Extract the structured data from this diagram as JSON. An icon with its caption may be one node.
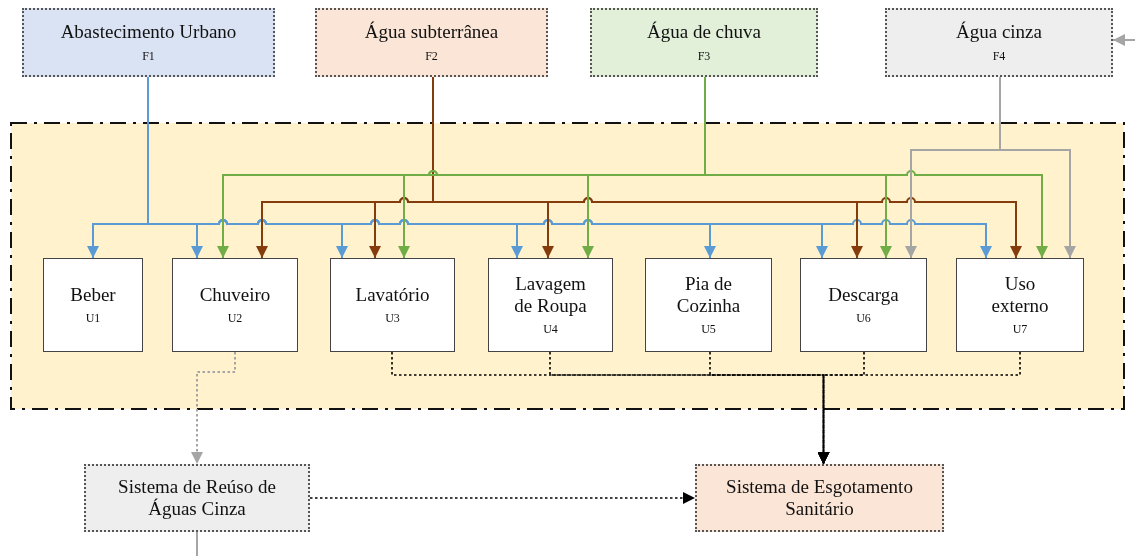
{
  "diagram": {
    "nodes": [
      {
        "text": [
          "Abastecimento Urbano",
          "F1"
        ]
      },
      {
        "text": [
          "Água subterrânea",
          "F2"
        ]
      },
      {
        "text": [
          "Água de chuva",
          "F3"
        ]
      },
      {
        "text": [
          "Água cinza",
          "F4"
        ]
      },
      {
        "text": [],
        "shape": "box"
      },
      {
        "text": [
          "Beber",
          "U1"
        ],
        "in": 4
      },
      {
        "text": [
          "Chuveiro",
          "U2"
        ],
        "in": 4
      },
      {
        "text": [
          "Lavatório",
          "U3"
        ],
        "in": 4
      },
      {
        "text": [
          "Lavagem de Roupa",
          "U4"
        ],
        "in": 4
      },
      {
        "text": [
          "Pia de Cozinha",
          "U5"
        ],
        "in": 4
      },
      {
        "text": [
          "Descarga",
          "U6"
        ],
        "in": 4
      },
      {
        "text": [
          "Uso externo",
          "U7"
        ],
        "in": 4
      },
      {
        "text": [
          "Sistema de Reúso de Águas Cinza"
        ]
      },
      {
        "text": [
          "Sistema de Esgotamento Sanitário"
        ]
      }
    ],
    "edges": [
      {
        "from": 0,
        "to": 5,
        "arrow": "to",
        "color": "#5b9bd5"
      },
      {
        "from": 0,
        "to": 6,
        "arrow": "to",
        "color": "#5b9bd5"
      },
      {
        "from": 0,
        "to": 7,
        "arrow": "to",
        "color": "#5b9bd5"
      },
      {
        "from": 0,
        "to": 8,
        "arrow": "to",
        "color": "#5b9bd5"
      },
      {
        "from": 0,
        "to": 9,
        "arrow": "to",
        "color": "#5b9bd5"
      },
      {
        "from": 0,
        "to": 10,
        "arrow": "to",
        "color": "#5b9bd5"
      },
      {
        "from": 0,
        "to": 11,
        "arrow": "to",
        "color": "#5b9bd5"
      },
      {
        "from": 1,
        "to": 6,
        "arrow": "to",
        "color": "#843c0c"
      },
      {
        "from": 1,
        "to": 7,
        "arrow": "to",
        "color": "#843c0c"
      },
      {
        "from": 1,
        "to": 8,
        "arrow": "to",
        "color": "#843c0c"
      },
      {
        "from": 1,
        "to": 10,
        "arrow": "to",
        "color": "#843c0c"
      },
      {
        "from": 1,
        "to": 11,
        "arrow": "to",
        "color": "#843c0c"
      },
      {
        "from": 2,
        "to": 6,
        "arrow": "to",
        "color": "#70ad47"
      },
      {
        "from": 2,
        "to": 7,
        "arrow": "to",
        "color": "#70ad47"
      },
      {
        "from": 2,
        "to": 8,
        "arrow": "to",
        "color": "#70ad47"
      },
      {
        "from": 2,
        "to": 10,
        "arrow": "to",
        "color": "#70ad47"
      },
      {
        "from": 2,
        "to": 11,
        "arrow": "to",
        "color": "#70ad47"
      },
      {
        "from": 3,
        "to": 10,
        "arrow": "to",
        "color": "#a5a5a5"
      },
      {
        "from": 3,
        "to": 11,
        "arrow": "to",
        "color": "#a5a5a5"
      },
      {
        "from": 6,
        "to": 12,
        "arrow": "to",
        "style": "dashed",
        "color": "#a5a5a5"
      },
      {
        "from": 7,
        "to": 13,
        "arrow": "to",
        "style": "dashed",
        "color": "#000000"
      },
      {
        "from": 8,
        "to": 13,
        "arrow": "to",
        "style": "dashed",
        "color": "#000000"
      },
      {
        "from": 9,
        "to": 13,
        "arrow": "to",
        "style": "dashed",
        "color": "#000000"
      },
      {
        "from": 10,
        "to": 13,
        "arrow": "to",
        "style": "dashed",
        "color": "#000000"
      },
      {
        "from": 11,
        "to": 13,
        "arrow": "to",
        "style": "dashed",
        "color": "#000000"
      },
      {
        "from": 12,
        "to": 13,
        "arrow": "to",
        "style": "dashed",
        "color": "#000000"
      },
      {
        "from": 12,
        "to": null,
        "arrow": "none",
        "color": "#a5a5a5"
      },
      {
        "from": null,
        "to": 3,
        "arrow": "to",
        "color": "#a5a5a5"
      }
    ]
  }
}
